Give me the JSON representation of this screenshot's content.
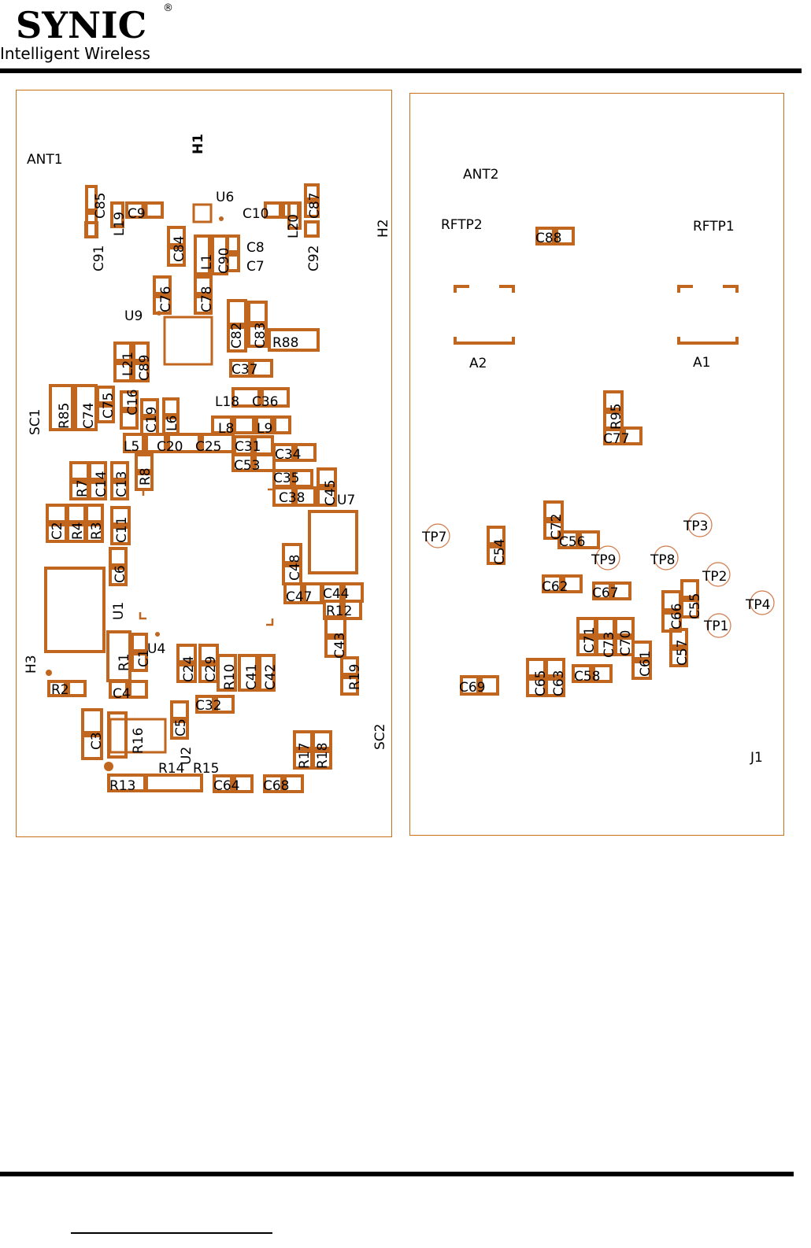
{
  "header": {
    "brand": "SYNIC",
    "registered_mark": "®",
    "tagline": "Intelligent Wireless"
  },
  "colors": {
    "copper": "#c0661e",
    "outline": "#c8701a",
    "ink": "#000000"
  },
  "left_board": {
    "labels": [
      "ANT1",
      "H1",
      "U6",
      "C85",
      "C9",
      "L19",
      "C91",
      "C10",
      "L20",
      "C87",
      "C92",
      "H2",
      "C84",
      "C8",
      "L1",
      "C90",
      "C7",
      "C76",
      "C78",
      "U9",
      "C82",
      "C83",
      "R88",
      "L21",
      "C89",
      "C37",
      "L18",
      "C36",
      "SC1",
      "R85",
      "C74",
      "C75",
      "C16",
      "C19",
      "L6",
      "L8",
      "L9",
      "L5",
      "C20",
      "C25",
      "C31",
      "C34",
      "C53",
      "R7",
      "C14",
      "C13",
      "R8",
      "C35",
      "C45",
      "C38",
      "U7",
      "C2",
      "R4",
      "R3",
      "C11",
      "C48",
      "C6",
      "C47",
      "C44",
      "R12",
      "U1",
      "C43",
      "R1",
      "C1",
      "U4",
      "H3",
      "C24",
      "C29",
      "R10",
      "C41",
      "C42",
      "R19",
      "R2",
      "C4",
      "C32",
      "C5",
      "C3",
      "R16",
      "U2",
      "R17",
      "R18",
      "SC2",
      "R14",
      "R15",
      "R13",
      "C64",
      "C68"
    ]
  },
  "right_board": {
    "labels": [
      "ANT2",
      "RFTP2",
      "C88",
      "RFTP1",
      "A2",
      "A1",
      "R95",
      "C77",
      "C72",
      "TP3",
      "TP7",
      "C54",
      "C56",
      "TP9",
      "TP8",
      "TP2",
      "C62",
      "C67",
      "C66",
      "C55",
      "TP4",
      "TP1",
      "C71",
      "C73",
      "C70",
      "C57",
      "C61",
      "C65",
      "C63",
      "C58",
      "C69",
      "J1"
    ]
  }
}
